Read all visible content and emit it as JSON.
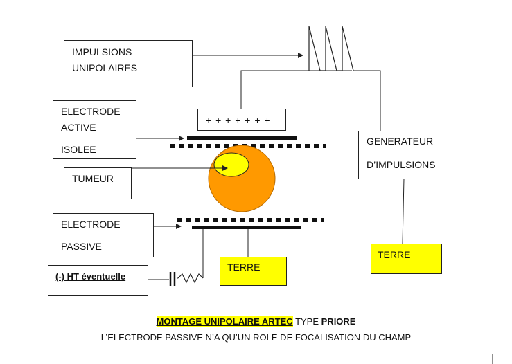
{
  "boxes": {
    "impulsions": [
      "IMPULSIONS",
      "UNIPOLAIRES"
    ],
    "electrode_active": [
      "ELECTRODE",
      "ACTIVE",
      "ISOLEE"
    ],
    "tumeur": "TUMEUR",
    "electrode_passive": [
      "ELECTRODE",
      "PASSIVE"
    ],
    "ht": "(-) HT éventuelle",
    "terre_left": "TERRE",
    "generateur": [
      "GENERATEUR",
      "D’IMPULSIONS"
    ],
    "terre_right": "TERRE",
    "plus_signs": "+ + + + + + +"
  },
  "caption": {
    "title_highlight": "MONTAGE UNIPOLAIRE ARTEC",
    "title_rest_prefix": " TYPE ",
    "title_rest_bold": "PRIORE",
    "subtitle": "L’ELECTRODE PASSIVE N’A QU’UN ROLE DE FOCALISATION DU CHAMP"
  },
  "colors": {
    "tumor_fill": "#ff9900",
    "tumor_core": "#ffff00",
    "terre_fill": "#ffff00",
    "lines": "#222222"
  }
}
